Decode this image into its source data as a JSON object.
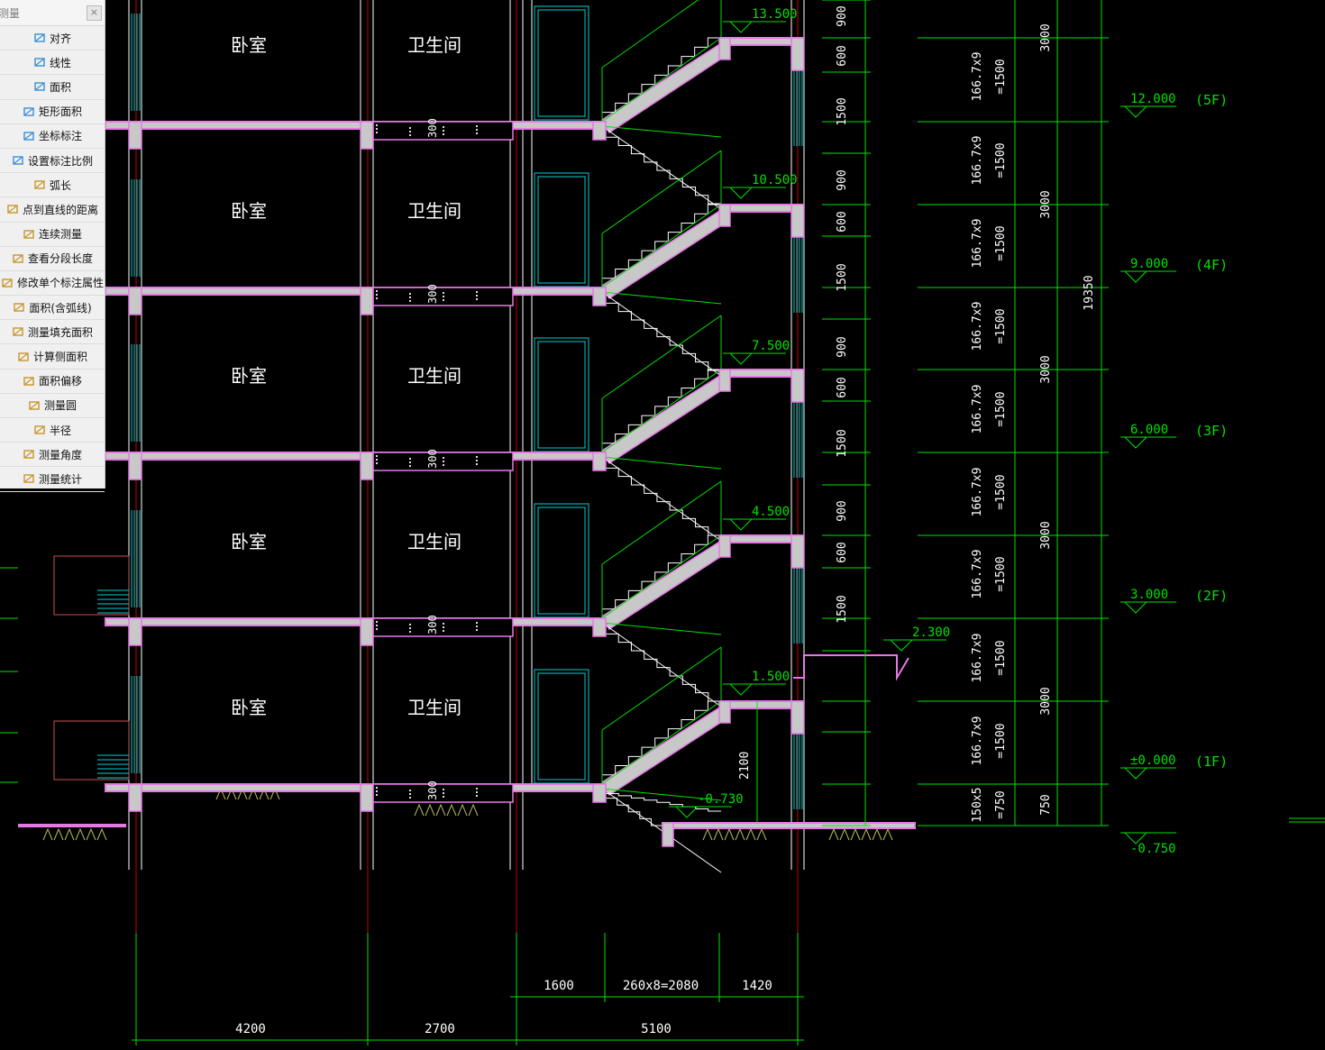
{
  "palette": {
    "title": "测量",
    "close_glyph": "×",
    "tools": [
      {
        "label": "对齐",
        "icon": "align-dimension-icon",
        "color": "#3a8ed8"
      },
      {
        "label": "线性",
        "icon": "linear-dimension-icon",
        "color": "#3a8ed8"
      },
      {
        "label": "面积",
        "icon": "area-icon",
        "color": "#3a8ed8"
      },
      {
        "label": "矩形面积",
        "icon": "rect-area-icon",
        "color": "#3a8ed8"
      },
      {
        "label": "坐标标注",
        "icon": "coordinate-icon",
        "color": "#3a8ed8"
      },
      {
        "label": "设置标注比例",
        "icon": "scale-icon",
        "color": "#3a8ed8"
      },
      {
        "label": "弧长",
        "icon": "arc-length-icon",
        "color": "#c9962b"
      },
      {
        "label": "点到直线的距离",
        "icon": "point-line-distance-icon",
        "color": "#c9962b"
      },
      {
        "label": "连续测量",
        "icon": "continuous-measure-icon",
        "color": "#c9962b"
      },
      {
        "label": "查看分段长度",
        "icon": "segment-length-icon",
        "color": "#c9962b"
      },
      {
        "label": "修改单个标注属性",
        "icon": "edit-dimension-icon",
        "color": "#c9962b"
      },
      {
        "label": "面积(含弧线)",
        "icon": "arc-area-icon",
        "color": "#c9962b"
      },
      {
        "label": "测量填充面积",
        "icon": "hatch-area-icon",
        "color": "#c9962b"
      },
      {
        "label": "计算侧面积",
        "icon": "side-area-icon",
        "color": "#c9962b"
      },
      {
        "label": "面积偏移",
        "icon": "area-offset-icon",
        "color": "#c9962b"
      },
      {
        "label": "测量圆",
        "icon": "circle-measure-icon",
        "color": "#c9962b"
      },
      {
        "label": "半径",
        "icon": "radius-icon",
        "color": "#c9962b"
      },
      {
        "label": "测量角度",
        "icon": "angle-icon",
        "color": "#c9962b"
      },
      {
        "label": "测量统计",
        "icon": "statistics-icon",
        "color": "#c9962b"
      }
    ]
  },
  "drawing": {
    "colors": {
      "slab": "#e678e6",
      "slab_fill": "#c8c8c8",
      "dim": "#00e000",
      "wall": "#ffffff",
      "axis": "#c00000",
      "glass": "#00d0d0"
    },
    "room_labels": [
      {
        "bedroom": "卧室",
        "bath": "卫生间"
      },
      {
        "bedroom": "卧室",
        "bath": "卫生间"
      },
      {
        "bedroom": "卧室",
        "bath": "卫生间"
      },
      {
        "bedroom": "卧室",
        "bath": "卫生间"
      },
      {
        "bedroom": "卧室",
        "bath": "卫生间"
      }
    ],
    "slab_marks": [
      "300",
      "300",
      "300",
      "300",
      "300"
    ],
    "landing_levels": [
      "13.500",
      "10.500",
      "7.500",
      "4.500",
      "1.500",
      "-0.730"
    ],
    "canopy_level": "2.300",
    "stair_height_mark": "2100",
    "floor_levels": [
      {
        "value": "12.000",
        "floor": "(5F)"
      },
      {
        "value": "9.000",
        "floor": "(4F)"
      },
      {
        "value": "6.000",
        "floor": "(3F)"
      },
      {
        "value": "3.000",
        "floor": "(2F)"
      },
      {
        "value": "±0.000",
        "floor": "(1F)"
      },
      {
        "value": "-0.750",
        "floor": ""
      }
    ],
    "window_dims": [
      "900",
      "600",
      "1500",
      "900",
      "600",
      "1500",
      "900",
      "600",
      "1500",
      "900",
      "600",
      "1500"
    ],
    "step_dims": [
      {
        "a": "166.7x9",
        "b": "=1500"
      },
      {
        "a": "166.7x9",
        "b": "=1500"
      },
      {
        "a": "166.7x9",
        "b": "=1500"
      },
      {
        "a": "166.7x9",
        "b": "=1500"
      },
      {
        "a": "166.7x9",
        "b": "=1500"
      },
      {
        "a": "166.7x9",
        "b": "=1500"
      },
      {
        "a": "166.7x9",
        "b": "=1500"
      },
      {
        "a": "166.7x9",
        "b": "=1500"
      },
      {
        "a": "166.7x9",
        "b": "=1500"
      },
      {
        "a": "150x5",
        "b": "=750"
      }
    ],
    "storey_dims": [
      "3000",
      "3000",
      "3000",
      "3000",
      "3000",
      "750"
    ],
    "total_height": "19350",
    "bottom_dims_row1": [
      "1600",
      "260x8=2080",
      "1420"
    ],
    "bottom_dims_row2": [
      "4200",
      "2700",
      "5100"
    ]
  }
}
